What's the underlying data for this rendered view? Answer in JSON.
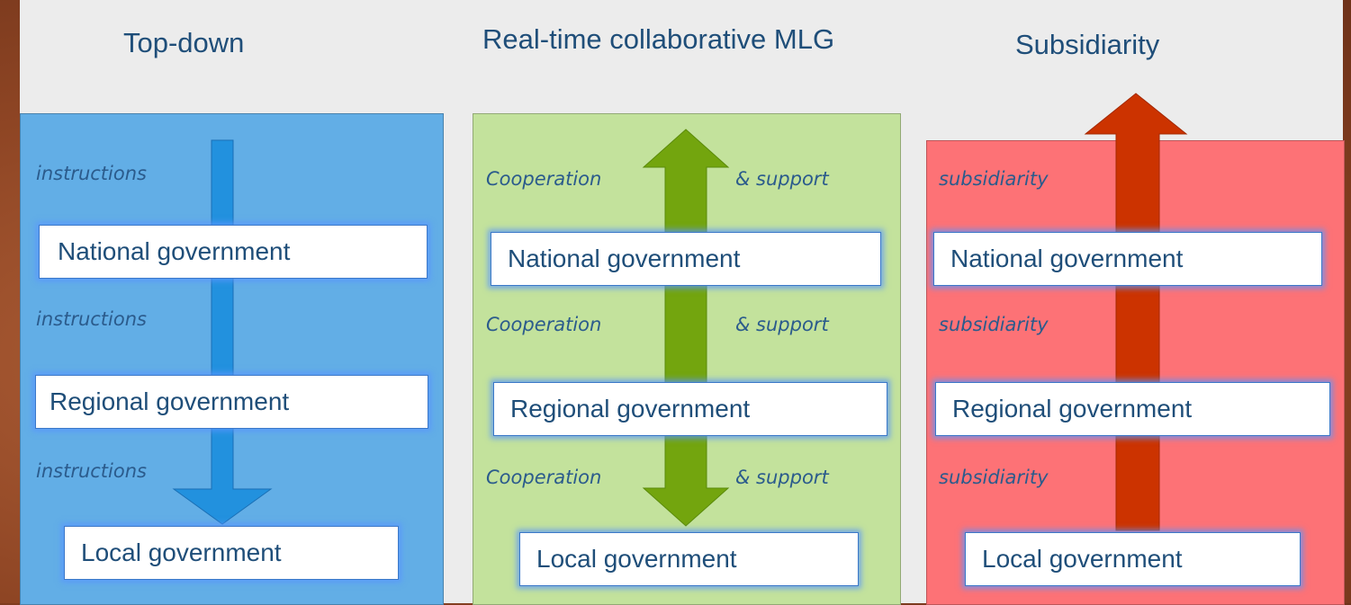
{
  "titles": {
    "top_down": "Top-down",
    "collaborative": "Real-time collaborative MLG",
    "subsidiarity": "Subsidiarity"
  },
  "columns": {
    "top_down": {
      "color": "#62aee6",
      "arrow_color": "#2291de",
      "arrow_direction": "down",
      "flow_labels": [
        "instructions",
        "instructions",
        "instructions"
      ],
      "levels": [
        "National government",
        "Regional government",
        "Local government"
      ]
    },
    "collaborative": {
      "color": "#c3e29c",
      "arrow_color": "#73a50e",
      "arrow_direction": "both",
      "flow_left": [
        "Cooperation",
        "Cooperation",
        "Cooperation"
      ],
      "flow_right": [
        "& support",
        "& support",
        "& support"
      ],
      "levels": [
        "National government",
        "Regional government",
        "Local government"
      ]
    },
    "subsidiarity": {
      "color": "#fd7276",
      "arrow_color": "#cc3300",
      "arrow_direction": "up",
      "flow_labels": [
        "subsidiarity",
        "subsidiarity",
        "subsidiarity"
      ],
      "levels": [
        "National government",
        "Regional government",
        "Local government"
      ]
    }
  }
}
